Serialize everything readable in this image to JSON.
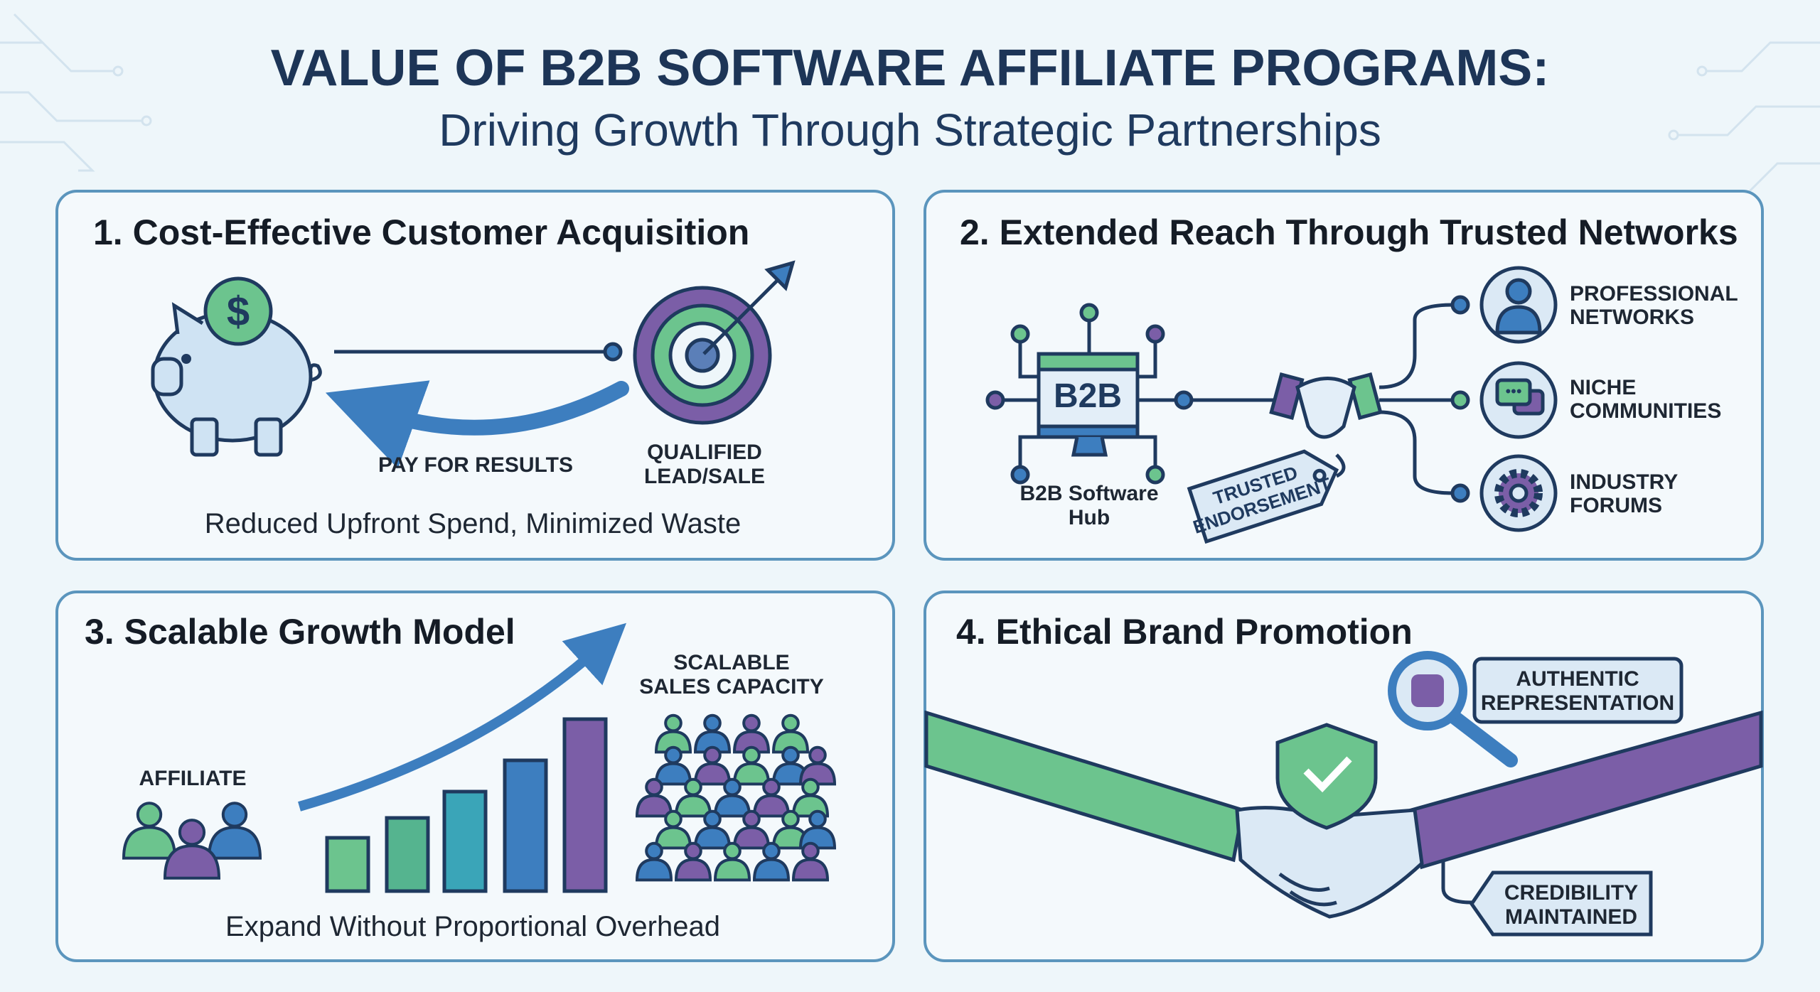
{
  "header": {
    "title": "VALUE OF B2B SOFTWARE AFFILIATE PROGRAMS:",
    "subtitle": "Driving Growth Through Strategic Partnerships"
  },
  "panels": [
    {
      "title": "1. Cost-Effective Customer Acquisition",
      "labels": [
        "PAY FOR RESULTS",
        "QUALIFIED",
        "LEAD/SALE"
      ],
      "coin_symbol": "$",
      "caption": "Reduced Upfront Spend, Minimized Waste"
    },
    {
      "title": "2. Extended Reach Through Trusted Networks",
      "hub_screen": "B2B",
      "hub_label": [
        "B2B Software",
        "Hub"
      ],
      "tag": [
        "TRUSTED",
        "ENDORSEMENT"
      ],
      "channels": [
        {
          "line1": "PROFESSIONAL",
          "line2": "NETWORKS",
          "icon": "person-icon"
        },
        {
          "line1": "NICHE",
          "line2": "COMMUNITIES",
          "icon": "chat-icon"
        },
        {
          "line1": "INDUSTRY",
          "line2": "FORUMS",
          "icon": "gear-icon"
        }
      ]
    },
    {
      "title": "3. Scalable Growth Model",
      "affiliate_label": "AFFILIATE",
      "capacity_label": [
        "SCALABLE",
        "SALES CAPACITY"
      ],
      "caption": "Expand Without Proportional Overhead"
    },
    {
      "title": "4. Ethical Brand Promotion",
      "badge": [
        "AUTHENTIC",
        "REPRESENTATION"
      ],
      "tag": [
        "CREDIBILITY",
        "MAINTAINED"
      ]
    }
  ],
  "colors": {
    "navy": "#1d3557",
    "green": "#6cc48e",
    "purple": "#7b5ea7",
    "blue": "#3d7ebf",
    "light_blue": "#cfe3f3",
    "panel_border": "#5b95bd",
    "background": "#eef6fa"
  }
}
